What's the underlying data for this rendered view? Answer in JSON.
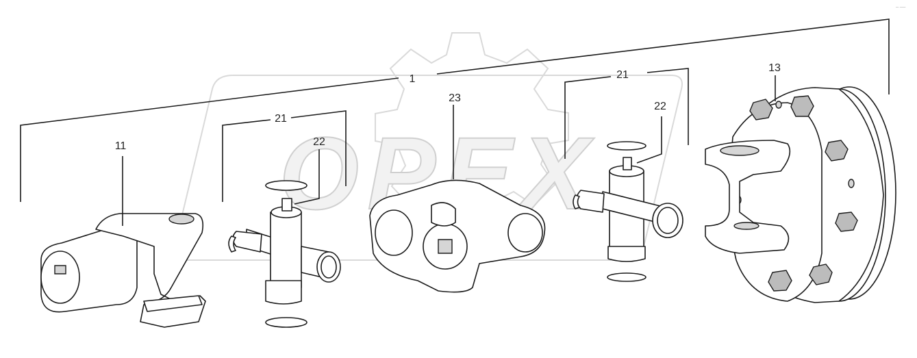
{
  "watermark": {
    "text": "OPEX"
  },
  "corner_mark": "─ ──",
  "callouts": [
    {
      "id": "1",
      "label": "1"
    },
    {
      "id": "11",
      "label": "11"
    },
    {
      "id": "21a",
      "label": "21"
    },
    {
      "id": "22a",
      "label": "22"
    },
    {
      "id": "23",
      "label": "23"
    },
    {
      "id": "21b",
      "label": "21"
    },
    {
      "id": "22b",
      "label": "22"
    },
    {
      "id": "13",
      "label": "13"
    }
  ]
}
